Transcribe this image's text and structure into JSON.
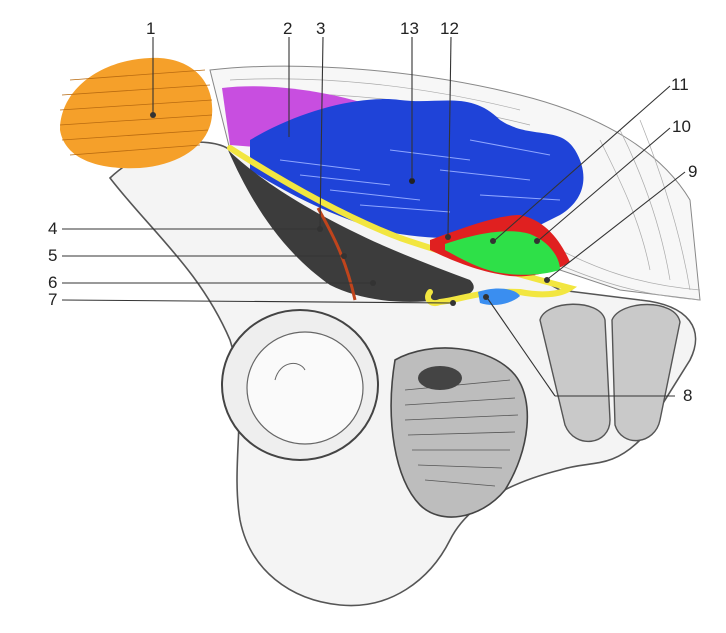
{
  "labels": {
    "l1": "1",
    "l2": "2",
    "l3": "3",
    "l4": "4",
    "l5": "5",
    "l6": "6",
    "l7": "7",
    "l8": "8",
    "l9": "9",
    "l10": "10",
    "l11": "11",
    "l12": "12",
    "l13": "13"
  },
  "colors": {
    "orange": "#f5a02a",
    "magenta": "#c040d8",
    "blue": "#1e3fd6",
    "yellow": "#f2e640",
    "dark": "#3a3a3a",
    "green": "#2ee048",
    "red": "#e02020",
    "lightblue": "#3a8ef0",
    "vessel": "#c0441c"
  }
}
